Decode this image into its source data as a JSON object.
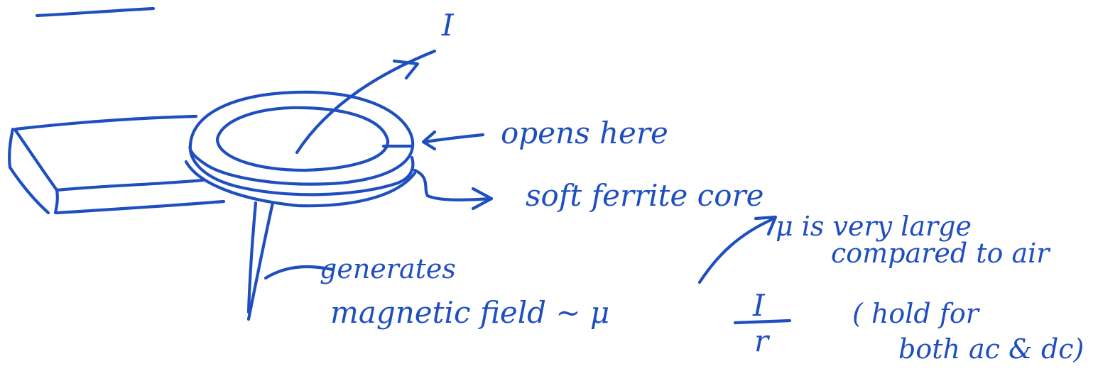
{
  "annotations": {
    "current_symbol": "I",
    "opening_label": "opens here",
    "core_label": "soft ferrite core",
    "mu_note_line1": "μ is very large",
    "mu_note_line2": "compared to air",
    "generates_label": "generates",
    "field_relation": "magnetic field ∼ μ",
    "fraction_numerator": "I",
    "fraction_denominator": "r",
    "validity_line1": "( hold for",
    "validity_line2": "both ac & dc)"
  },
  "colors": {
    "ink": "#1f4fbf",
    "background": "#ffffff"
  }
}
